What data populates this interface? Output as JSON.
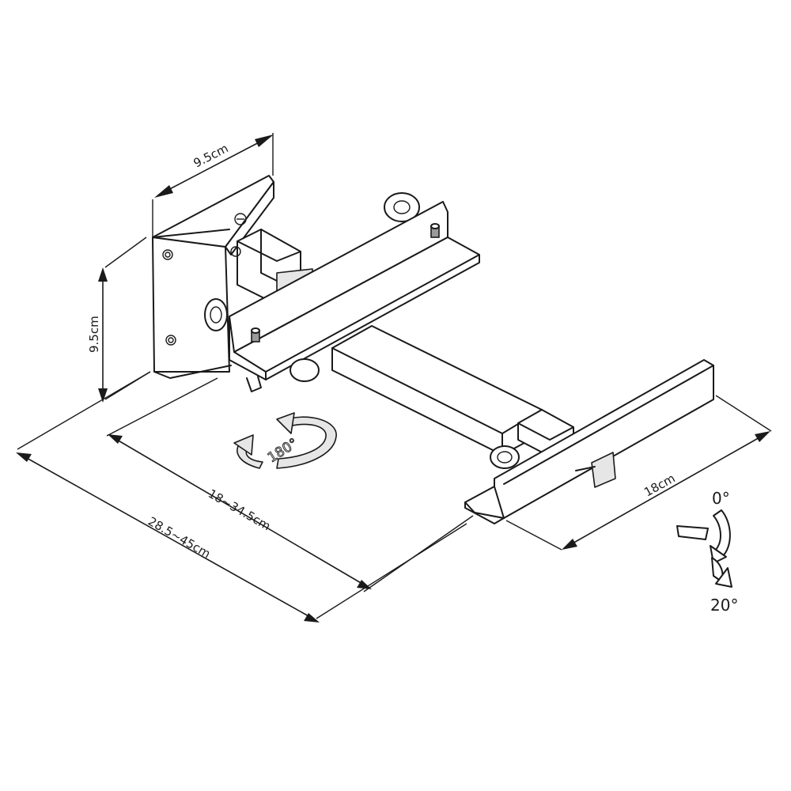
{
  "dimensions": {
    "plate_width": "9.5cm",
    "plate_height": "9.5cm",
    "arm_extension": "18~34.5cm",
    "overall_depth": "28.5~45cm",
    "shelf_width": "18cm"
  },
  "rotation": {
    "label": "180°"
  },
  "tilt": {
    "min_label": "0°",
    "max_label": "20°"
  }
}
